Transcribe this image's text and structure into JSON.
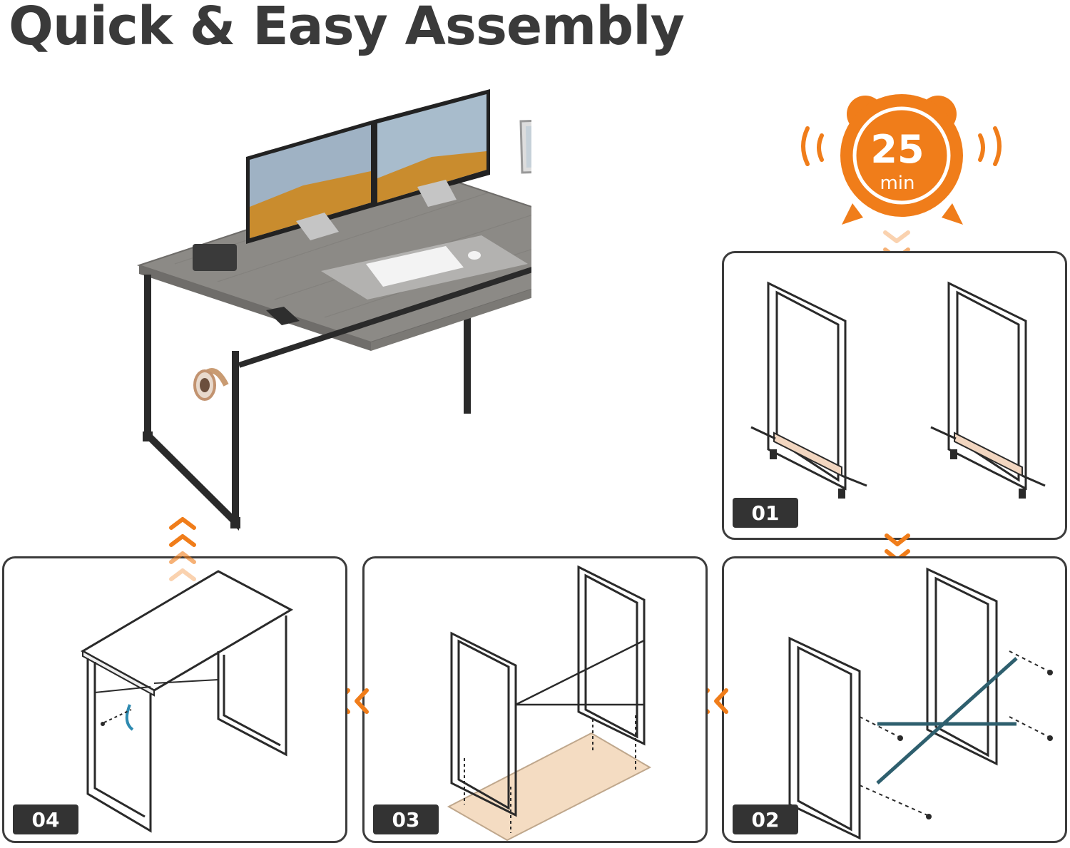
{
  "title": "Quick & Easy Assembly",
  "timer": {
    "value": "25",
    "unit": "min",
    "icon": "alarm-clock-icon"
  },
  "steps": [
    {
      "label": "01"
    },
    {
      "label": "02"
    },
    {
      "label": "03"
    },
    {
      "label": "04"
    }
  ],
  "colors": {
    "accent": "#f07d1a",
    "panel_border": "#3c3c3c",
    "badge_bg": "#333333",
    "desktop_wood": "#8c8a86",
    "frame_metal": "#2a2a2a",
    "crossbar_blue": "#2e5f6e",
    "board_tan": "#f4dcc2"
  }
}
